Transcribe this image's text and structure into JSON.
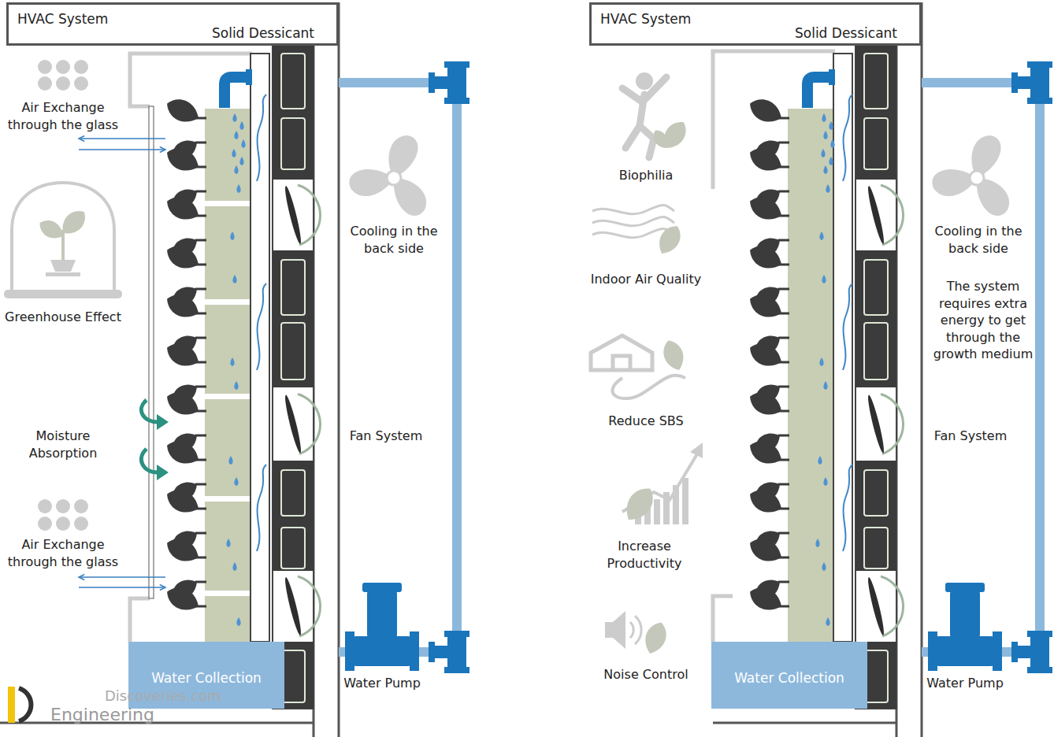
{
  "diagram": {
    "nodes": [
      {
        "text": [
          "HVAC System",
          "Solid Dessicant"
        ]
      },
      {
        "text": [
          "Water Collection"
        ]
      },
      {
        "text": [
          "HVAC System",
          "Solid Dessicant"
        ]
      },
      {
        "text": [
          "Water Collection"
        ]
      }
    ],
    "labels": [
      "Air Exchange through the glass",
      "Greenhouse Effect",
      "Moisture Absorption",
      "Air Exchange through the glass",
      "Cooling in the back side",
      "Fan System",
      "Water Pump",
      "Discoveries.com",
      "Engineering",
      "Biophilia",
      "Indoor Air Quality",
      "Reduce SBS",
      "Increase Productivity",
      "Noise Control",
      "Cooling in the back side",
      "The system requires extra energy to get through the growth medium",
      "Fan System",
      "Water Pump"
    ]
  }
}
